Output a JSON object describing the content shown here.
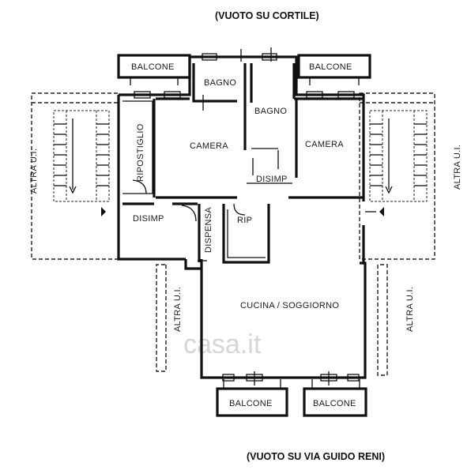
{
  "captions": {
    "top": "(VUOTO SU CORTILE)",
    "bottom": "(VUOTO SU VIA GUIDO RENI)"
  },
  "rooms": {
    "balcone_top_left": "BALCONE",
    "balcone_top_right": "BALCONE",
    "bagno_1": "BAGNO",
    "bagno_2": "BAGNO",
    "ripostiglio": "RIPOSTIGLIO",
    "camera_left": "CAMERA",
    "camera_right": "CAMERA",
    "disimp_center": "DISIMP",
    "disimp_left": "DISIMP",
    "dispensa": "DISPENSA",
    "rip": "RIP",
    "cucina_soggiorno": "CUCINA / SOGGIORNO",
    "balcone_bottom_left": "BALCONE",
    "balcone_bottom_right": "BALCONE"
  },
  "neighbors": {
    "left_upper": "ALTRA U.I.",
    "right_upper": "ALTRA U.I.",
    "left_lower": "ALTRA U.I.",
    "right_lower": "ALTRA U.I."
  },
  "watermark": "casa.it"
}
